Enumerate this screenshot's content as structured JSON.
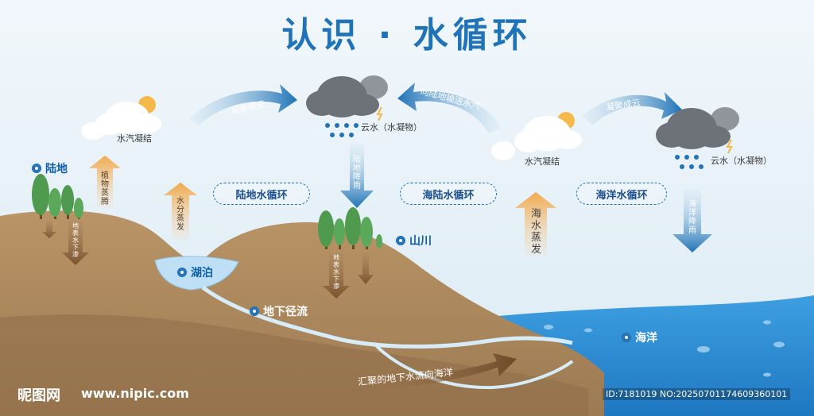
{
  "title": "认识 · 水循环",
  "labels": {
    "condense_left": "水汽凝结",
    "condense_mid": "水汽凝结",
    "to_cloud_1": "凝聚成云",
    "to_cloud_2": "凝聚成云",
    "to_land": "向陆地输送水汽",
    "cloud_water_1": "云水（水凝物）",
    "cloud_water_2": "云水（水凝物）",
    "land_rain": "陆地降雨",
    "ocean_rain": "海洋降雨",
    "plant_transp": "植物蒸腾",
    "water_evap": "水分蒸发",
    "sea_evap": "海水蒸发",
    "infiltration_1": "地表水下渗",
    "infiltration_2": "地表水下渗",
    "groundwater_to_sea": "汇聚的地下水流向海洋"
  },
  "cycles": {
    "land": "陆地水循环",
    "sea_land": "海陆水循环",
    "ocean": "海洋水循环"
  },
  "places": {
    "land": "陆地",
    "lake": "湖泊",
    "mountain": "山川",
    "runoff": "地下径流",
    "ocean": "海洋"
  },
  "watermark": {
    "brand": "昵图网",
    "url": "www.nipic.com",
    "id": "ID:7181019 NO:20250701174609360101"
  },
  "colors": {
    "sky": "#e6f1f8",
    "land": "#b08a5c",
    "ocean": "#2e8fd6",
    "accent": "#1f73b6",
    "tree": "#4f9a4f"
  }
}
